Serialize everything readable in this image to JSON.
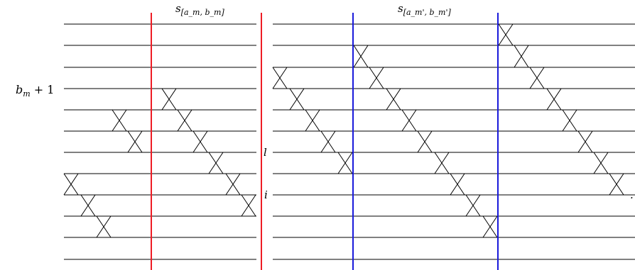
{
  "labels": {
    "row_label": "b_m + 1",
    "row_label_main": "b",
    "row_label_sub": "m",
    "row_label_rest": " + 1",
    "label_l": "l",
    "label_i": "i",
    "dot": ".",
    "s_left_main": "s",
    "s_left_sub": "[a_m, b_m]",
    "s_right_main": "s",
    "s_right_sub": "[a_m', b_m']"
  },
  "colors": {
    "line": "#000000",
    "red": "#ee1c25",
    "blue": "#1a1adb"
  },
  "structure": {
    "left_panel_strands": 12,
    "right_panel_strands": 12,
    "left_vertical_lines": 2,
    "right_vertical_lines": 2
  }
}
